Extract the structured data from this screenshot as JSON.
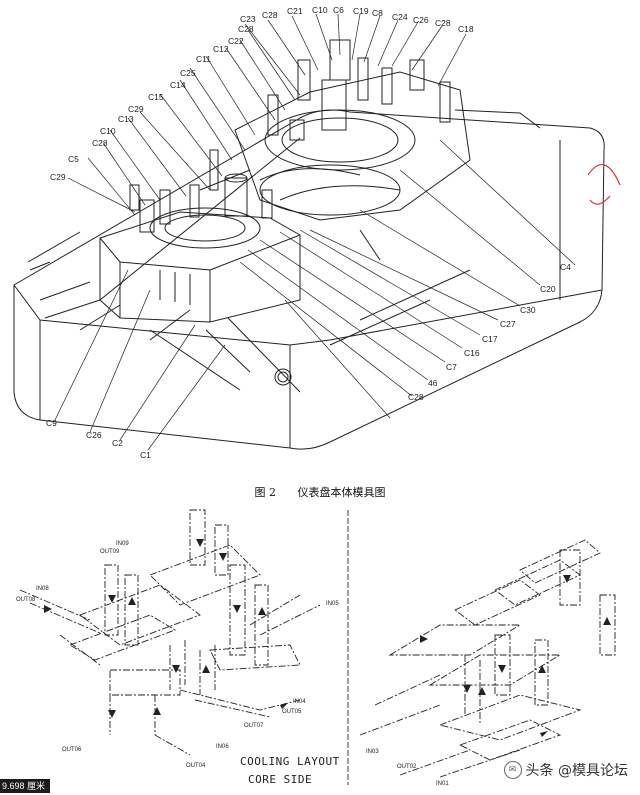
{
  "figure": {
    "number": "图 2",
    "title": "仪表盘本体模具图"
  },
  "mold_labels": [
    "C23",
    "C28",
    "C21",
    "C10",
    "C6",
    "C19",
    "C8",
    "C24",
    "C26",
    "C28",
    "C18",
    "C28",
    "C22",
    "C12",
    "C11",
    "C25",
    "C14",
    "C15",
    "C29",
    "C13",
    "C10",
    "C28",
    "C5",
    "C29",
    "C4",
    "C20",
    "C30",
    "C27",
    "C17",
    "C16",
    "C7",
    "46",
    "C28",
    "C1",
    "C2",
    "C26",
    "C9"
  ],
  "cooling": {
    "left_labels": [
      "IN09",
      "OUT09",
      "IN08",
      "OUT08",
      "IN05",
      "IN04",
      "OUT05",
      "OUT07",
      "IN06",
      "OUT06",
      "OUT04"
    ],
    "right_labels": [
      "IN03",
      "OUT02",
      "IN01"
    ],
    "title_line1": "COOLING LAYOUT",
    "title_line2": "CORE SIDE"
  },
  "scale_badge": "9.698 厘米",
  "watermark": {
    "text": "头条 @模具论坛",
    "icon": "wechat-icon"
  },
  "colors": {
    "line": "#222222",
    "stamp": "#d23a3a"
  }
}
